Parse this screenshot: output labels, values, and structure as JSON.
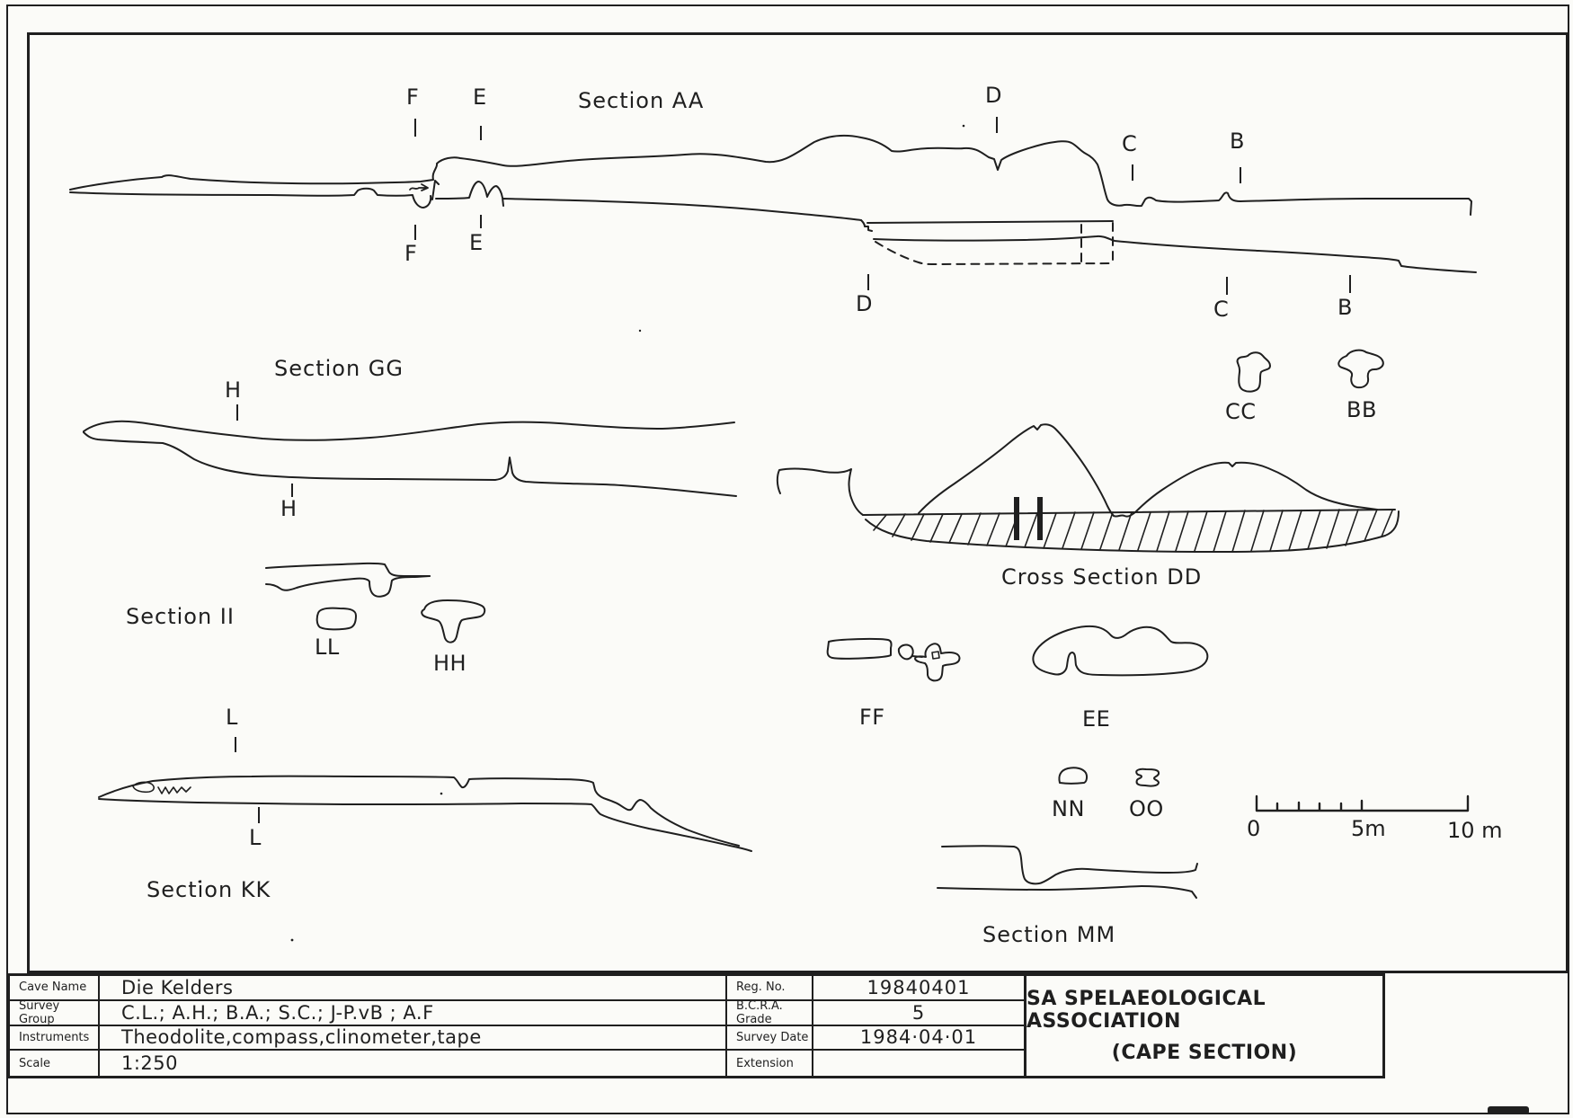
{
  "page": {
    "ink": "#1f1f1f",
    "paper": "#fbfbf8"
  },
  "sections": {
    "aa": {
      "title": "Section AA",
      "top_markers": {
        "f": "F",
        "e": "E",
        "d": "D",
        "c": "C",
        "b": "B"
      },
      "bottom_markers": {
        "f": "F",
        "e": "E",
        "d": "D",
        "c": "C",
        "b": "B"
      }
    },
    "gg": {
      "title": "Section GG",
      "top_marker": "H",
      "bottom_marker": "H"
    },
    "ii": {
      "title": "Section II"
    },
    "dd": {
      "title": "Cross Section DD"
    },
    "kk": {
      "title": "Section KK",
      "top_marker": "L",
      "bottom_marker": "L"
    },
    "mm": {
      "title": "Section MM"
    },
    "floaters": {
      "cc": "CC",
      "bb": "BB",
      "ll": "LL",
      "hh": "HH",
      "ff": "FF",
      "ee": "EE",
      "nn": "NN",
      "oo": "OO"
    }
  },
  "scale_bar": {
    "zero": "0",
    "five": "5m",
    "ten": "10 m"
  },
  "title_block": {
    "left_rows": [
      {
        "label": "Cave Name",
        "value": "Die Kelders"
      },
      {
        "label": "Survey Group",
        "value": "C.L.; A.H.; B.A.; S.C.; J-P.vB ; A.F"
      },
      {
        "label": "Instruments",
        "value": "Theodolite,compass,clinometer,tape"
      },
      {
        "label": "Scale",
        "value": "1:250"
      }
    ],
    "right_rows": [
      {
        "label": "Reg. No.",
        "value": "19840401"
      },
      {
        "label": "B.C.R.A. Grade",
        "value": "5"
      },
      {
        "label": "Survey Date",
        "value": "1984·04·01"
      },
      {
        "label": "Extension",
        "value": ""
      }
    ],
    "association": "SA SPELAEOLOGICAL ASSOCIATION",
    "association_sub": "(CAPE SECTION)"
  }
}
